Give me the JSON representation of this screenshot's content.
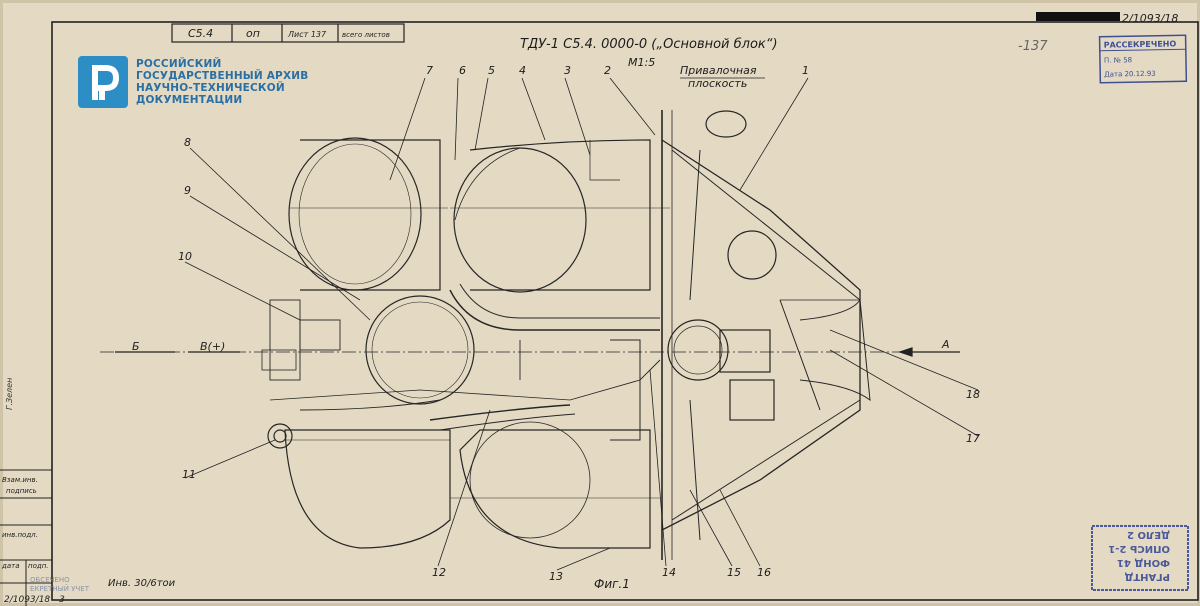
{
  "archive": {
    "line1": "РОССИЙСКИЙ",
    "line2": "ГОСУДАРСТВЕННЫЙ АРХИВ",
    "line3": "НАУЧНО-ТЕХНИЧЕСКОЙ",
    "line4": "ДОКУМЕНТАЦИИ"
  },
  "title_block": {
    "code": "С5.4",
    "op": "оп",
    "sheet": "Лист 137",
    "total": "всего листов"
  },
  "drawing": {
    "title": "ТДУ-1  С5.4. 0000-0 („Основной блок“)",
    "scale": "М1:5",
    "plane_label_1": "Привалочная",
    "plane_label_2": "плоскость",
    "fig": "Фиг.1",
    "inv": "Инв. 30/6тои",
    "view_b": "Б",
    "view_v": "В(+)",
    "view_a": "А",
    "archive_no": "2/1093/18",
    "sheet_no_hand": "-137",
    "bottom_no": "2/1093/18 - 3"
  },
  "parts": [
    "1",
    "2",
    "3",
    "4",
    "5",
    "6",
    "7",
    "8",
    "9",
    "10",
    "11",
    "12",
    "13",
    "14",
    "15",
    "16",
    "17",
    "18"
  ],
  "stamps": {
    "declass_title": "РАССЕКРЕЧЕНО",
    "declass_line1": "П. № 58",
    "declass_line2": "Дата 20.12.93",
    "fund_1": "РГАНТД",
    "fund_2": "ФОНД 41",
    "fund_3": "ОПИСЬ 2-1",
    "fund_4": "ДЕЛО 2"
  },
  "margin": {
    "m1": "Взам.инв.",
    "m2": "подпись",
    "m3": "инв.подл.",
    "m4": "дата",
    "m5": "подп.",
    "m6": "ОБСЕЧЕНО",
    "m7": "ЕКРЕТНЫЙ УЧЕТ",
    "left_hand": "Г.Зелен"
  }
}
